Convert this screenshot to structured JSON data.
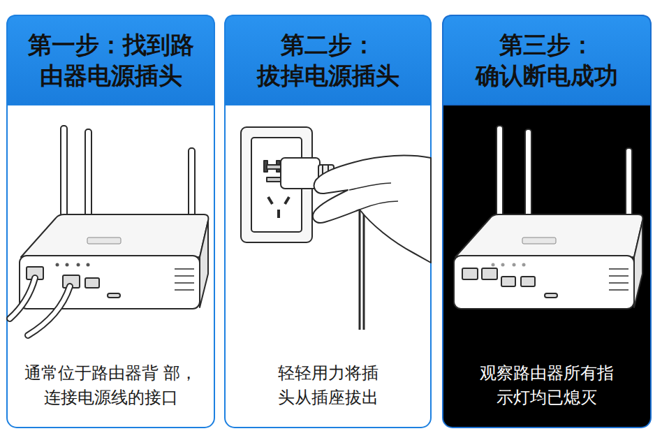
{
  "diagram": {
    "nodes": [
      {
        "text": [
          "第一步：找到路 由器电源插头",
          "通常位于路由器背 部，连接电源线的接口"
        ]
      },
      {
        "text": [
          "第二步： 拔掉电源插头",
          "轻轻用力将插 头从插座拔出"
        ]
      },
      {
        "text": [
          "第三步： 确认断电成功",
          "观察路由器所有指 示灯均已熄灭"
        ]
      }
    ]
  }
}
